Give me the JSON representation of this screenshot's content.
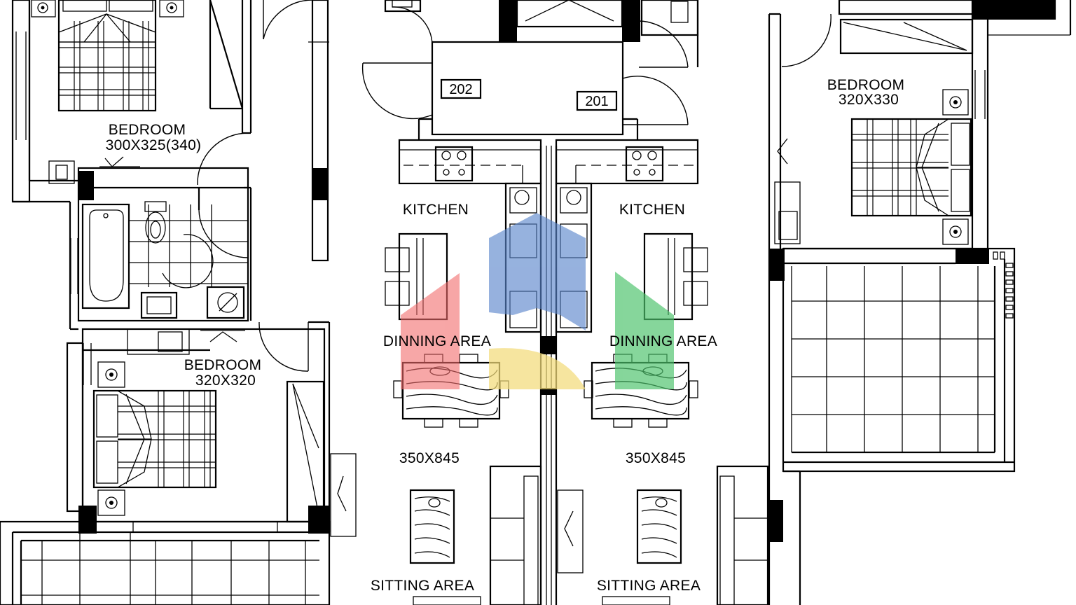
{
  "rooms": {
    "bedroom_top_left": {
      "name": "BEDROOM",
      "size": "300X325(340)"
    },
    "bedroom_mid_left": {
      "name": "BEDROOM",
      "size": "320X320"
    },
    "bedroom_right": {
      "name": "BEDROOM",
      "size": "320X330"
    },
    "kitchen_left": {
      "name": "KITCHEN"
    },
    "kitchen_right": {
      "name": "KITCHEN"
    },
    "dining_left": {
      "name": "DINNING AREA"
    },
    "dining_right": {
      "name": "DINNING AREA"
    },
    "sitting_left": {
      "name": "SITTING AREA",
      "size": "350X845"
    },
    "sitting_right": {
      "name": "SITTING AREA",
      "size": "350X845"
    }
  },
  "units": {
    "left": "202",
    "right": "201"
  },
  "watermark": {
    "colors": {
      "red": "#f26b6b",
      "blue": "#5b86cc",
      "green": "#4cc36b",
      "yellow": "#f3dc7a"
    }
  }
}
